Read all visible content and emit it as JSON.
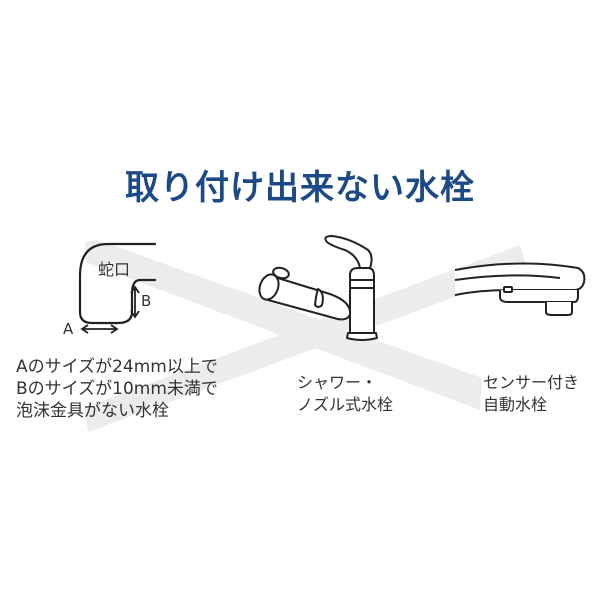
{
  "title": "取り付け出来ない水栓",
  "colors": {
    "title": "#1b4a86",
    "cross_band": "#ececec",
    "line_art": "#222222",
    "text": "#333333"
  },
  "items": [
    {
      "name": "spout-diagram",
      "diagram_labels": {
        "spout": "蛇口",
        "dim_a": "A",
        "dim_b": "B"
      },
      "caption": [
        "Aのサイズが24mm以上で",
        "Bのサイズが10mm未満で",
        "泡沫金具がない水栓"
      ]
    },
    {
      "name": "shower-nozzle-faucet",
      "caption": [
        "シャワー・",
        "ノズル式水栓"
      ]
    },
    {
      "name": "sensor-faucet",
      "caption": [
        "センサー付き",
        "自動水栓"
      ]
    }
  ]
}
